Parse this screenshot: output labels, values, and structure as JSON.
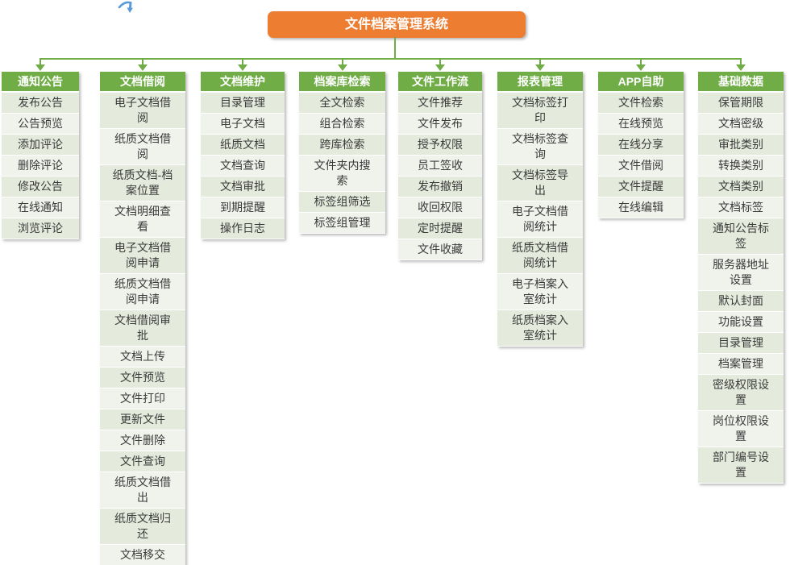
{
  "title": "文件档案管理系统",
  "colors": {
    "title_bg": "#ED7D31",
    "header_bg": "#70AD47",
    "connector": "#70AD47",
    "item_bg_odd": "#E5EBDC",
    "item_bg_even": "#F0F2EC",
    "item_text": "#3B3B3B",
    "annotation_arrow": "#5B9BD5"
  },
  "annotation": {
    "icon": "blue-scribble-arrow"
  },
  "columns": [
    {
      "header": "通知公告",
      "items": [
        "发布公告",
        "公告预览",
        "添加评论",
        "删除评论",
        "修改公告",
        "在线通知",
        "浏览评论"
      ]
    },
    {
      "header": "文档借阅",
      "items": [
        "电子文档借阅",
        "纸质文档借阅",
        "纸质文档-档案位置",
        "文档明细查看",
        "电子文档借阅申请",
        "纸质文档借阅申请",
        "文档借阅审批",
        "文档上传",
        "文件预览",
        "文件打印",
        "更新文件",
        "文件删除",
        "文件查询",
        "纸质文档借出",
        "纸质文档归还",
        "文档移交"
      ]
    },
    {
      "header": "文档维护",
      "items": [
        "目录管理",
        "电子文档",
        "纸质文档",
        "文档查询",
        "文档审批",
        "到期提醒",
        "操作日志"
      ]
    },
    {
      "header": "档案库检索",
      "items": [
        "全文检索",
        "组合检索",
        "跨库检索",
        "文件夹内搜索",
        "标签组筛选",
        "标签组管理"
      ]
    },
    {
      "header": "文件工作流",
      "items": [
        "文件推荐",
        "文件发布",
        "授予权限",
        "员工签收",
        "发布撤销",
        "收回权限",
        "定时提醒",
        "文件收藏"
      ]
    },
    {
      "header": "报表管理",
      "items": [
        "文档标签打印",
        "文档标签查询",
        "文档标签导出",
        "电子文档借阅统计",
        "纸质文档借阅统计",
        "电子档案入室统计",
        "纸质档案入室统计"
      ]
    },
    {
      "header": "APP自助",
      "items": [
        "文件检索",
        "在线预览",
        "在线分享",
        "文件借阅",
        "文件提醒",
        "在线编辑"
      ]
    },
    {
      "header": "基础数据",
      "items": [
        "保管期限",
        "文档密级",
        "审批类别",
        "转换类别",
        "文档类别",
        "文档标签",
        "通知公告标签",
        "服务器地址设置",
        "默认封面",
        "功能设置",
        "目录管理",
        "档案管理",
        "密级权限设置",
        "岗位权限设置",
        "部门编号设置"
      ]
    }
  ]
}
